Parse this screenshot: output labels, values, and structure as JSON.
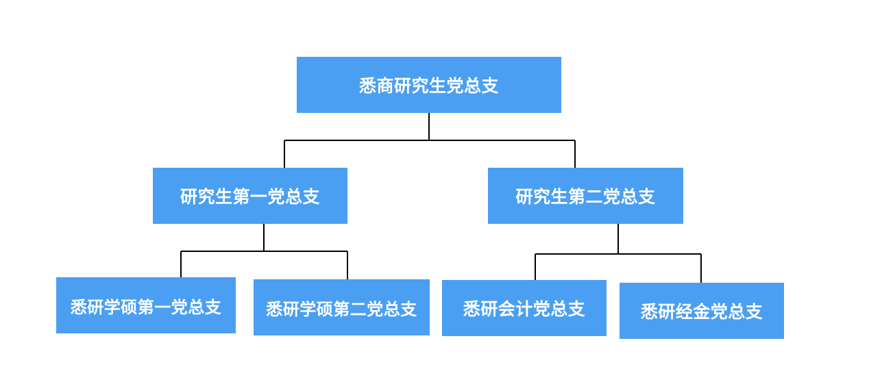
{
  "colors": {
    "node_fill": "#4a9ff2",
    "node_text": "#ffffff",
    "connector": "#000000",
    "background": "#ffffff"
  },
  "org_chart": {
    "root": "悉商研究生党总支",
    "branch_1": {
      "label": "研究生第一党总支",
      "children": [
        "悉研学硕第一党总支",
        "悉研学硕第二党总支"
      ]
    },
    "branch_2": {
      "label": "研究生第二党总支",
      "children": [
        "悉研会计党总支",
        "悉研经金党总支"
      ]
    }
  }
}
